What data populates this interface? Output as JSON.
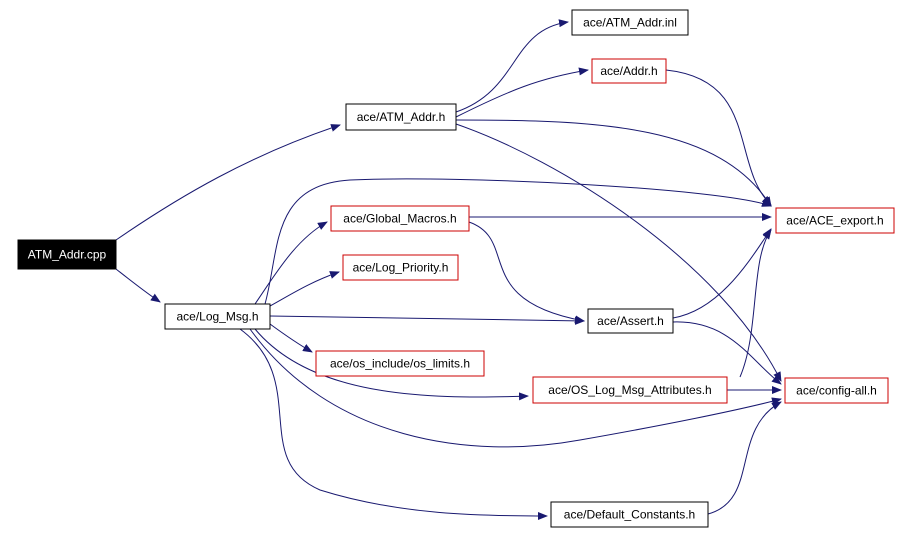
{
  "diagram": {
    "title": "",
    "colors": {
      "edge": "#191970",
      "root_fill": "#000000",
      "root_text": "#ffffff",
      "node_fill": "#ffffff",
      "node_text": "#000000",
      "documented_border": "#000000",
      "undocumented_border": "#cc0000"
    },
    "nodes": [
      {
        "id": "atm_addr_cpp",
        "label": "ATM_Addr.cpp",
        "style": "root"
      },
      {
        "id": "atm_addr_h",
        "label": "ace/ATM_Addr.h",
        "style": "black"
      },
      {
        "id": "atm_addr_inl",
        "label": "ace/ATM_Addr.inl",
        "style": "black"
      },
      {
        "id": "addr_h",
        "label": "ace/Addr.h",
        "style": "red"
      },
      {
        "id": "ace_export_h",
        "label": "ace/ACE_export.h",
        "style": "red"
      },
      {
        "id": "global_macros_h",
        "label": "ace/Global_Macros.h",
        "style": "red"
      },
      {
        "id": "log_priority_h",
        "label": "ace/Log_Priority.h",
        "style": "red"
      },
      {
        "id": "log_msg_h",
        "label": "ace/Log_Msg.h",
        "style": "black"
      },
      {
        "id": "assert_h",
        "label": "ace/Assert.h",
        "style": "black"
      },
      {
        "id": "os_limits_h",
        "label": "ace/os_include/os_limits.h",
        "style": "red"
      },
      {
        "id": "os_log_msg_attr_h",
        "label": "ace/OS_Log_Msg_Attributes.h",
        "style": "red"
      },
      {
        "id": "config_all_h",
        "label": "ace/config-all.h",
        "style": "red"
      },
      {
        "id": "default_constants_h",
        "label": "ace/Default_Constants.h",
        "style": "black"
      }
    ],
    "edges": [
      {
        "from": "atm_addr_cpp",
        "to": "atm_addr_h"
      },
      {
        "from": "atm_addr_cpp",
        "to": "log_msg_h"
      },
      {
        "from": "atm_addr_h",
        "to": "atm_addr_inl"
      },
      {
        "from": "atm_addr_h",
        "to": "addr_h"
      },
      {
        "from": "atm_addr_h",
        "to": "ace_export_h"
      },
      {
        "from": "atm_addr_h",
        "to": "config_all_h"
      },
      {
        "from": "addr_h",
        "to": "ace_export_h"
      },
      {
        "from": "global_macros_h",
        "to": "ace_export_h"
      },
      {
        "from": "global_macros_h",
        "to": "assert_h"
      },
      {
        "from": "log_msg_h",
        "to": "ace_export_h"
      },
      {
        "from": "log_msg_h",
        "to": "global_macros_h"
      },
      {
        "from": "log_msg_h",
        "to": "log_priority_h"
      },
      {
        "from": "log_msg_h",
        "to": "assert_h"
      },
      {
        "from": "log_msg_h",
        "to": "os_limits_h"
      },
      {
        "from": "log_msg_h",
        "to": "os_log_msg_attr_h"
      },
      {
        "from": "log_msg_h",
        "to": "config_all_h"
      },
      {
        "from": "log_msg_h",
        "to": "default_constants_h"
      },
      {
        "from": "assert_h",
        "to": "ace_export_h"
      },
      {
        "from": "assert_h",
        "to": "config_all_h"
      },
      {
        "from": "os_log_msg_attr_h",
        "to": "ace_export_h"
      },
      {
        "from": "os_log_msg_attr_h",
        "to": "config_all_h"
      },
      {
        "from": "default_constants_h",
        "to": "config_all_h"
      }
    ]
  }
}
